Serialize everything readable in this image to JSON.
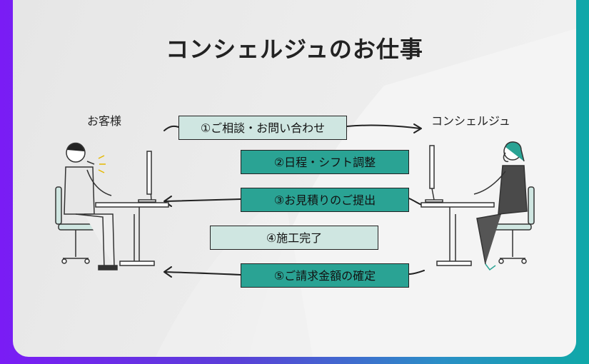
{
  "title": "コンシェルジュのお仕事",
  "parties": {
    "customer": "お客様",
    "concierge": "コンシェルジュ"
  },
  "steps": [
    {
      "label": "①ご相談・お問い合わせ",
      "style": "light",
      "direction": "to-concierge"
    },
    {
      "label": "②日程・シフト調整",
      "style": "dark",
      "direction": "none"
    },
    {
      "label": "③お見積りのご提出",
      "style": "dark",
      "direction": "to-customer"
    },
    {
      "label": "④施工完了",
      "style": "light",
      "direction": "none"
    },
    {
      "label": "⑤ご請求金額の確定",
      "style": "dark",
      "direction": "to-customer"
    }
  ],
  "colors": {
    "light_box": "#cfe6e1",
    "dark_box": "#2aa394",
    "frame_left": "#7a1cf5",
    "frame_right": "#0fa8a8"
  }
}
